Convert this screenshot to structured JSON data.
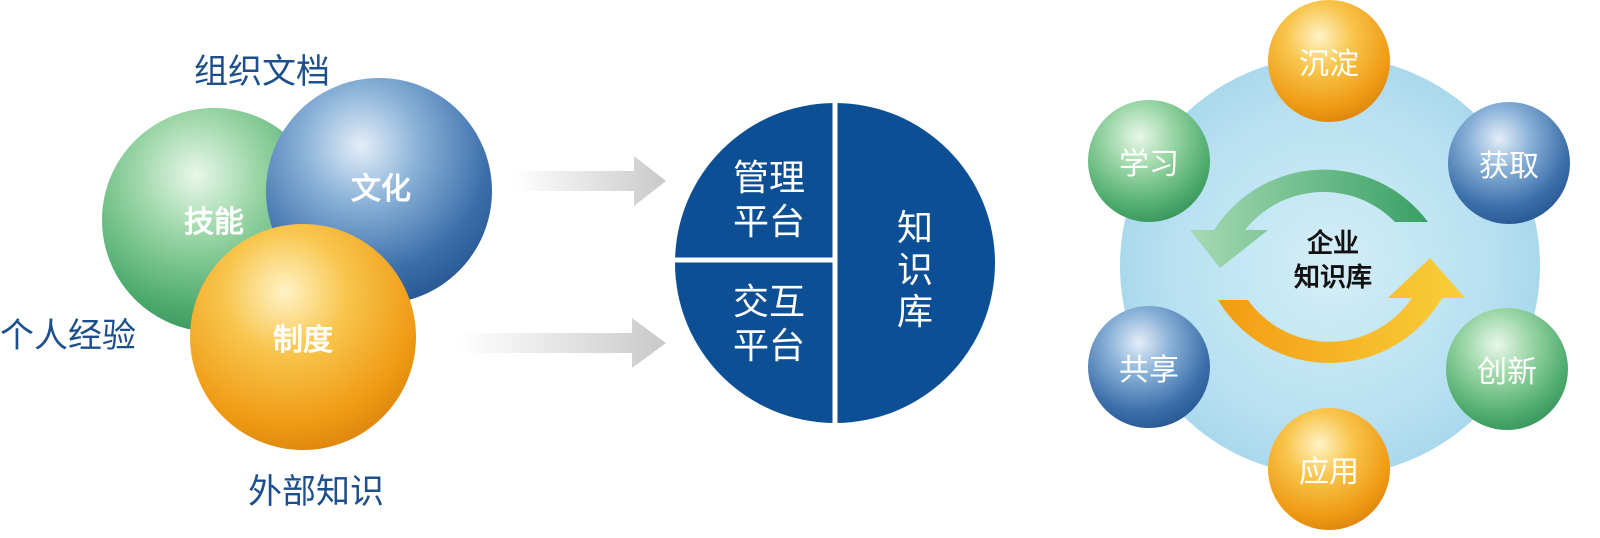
{
  "left": {
    "labels": {
      "org_docs": "组织文档",
      "personal_exp": "个人经验",
      "external_knowledge": "外部知识"
    },
    "spheres": {
      "skills": "技能",
      "culture": "文化",
      "system": "制度"
    }
  },
  "middle": {
    "management_platform": [
      "管理",
      "平台"
    ],
    "interaction_platform": [
      "交互",
      "平台"
    ],
    "knowledge_base": [
      "知",
      "识",
      "库"
    ]
  },
  "right": {
    "center": [
      "企业",
      "知识库"
    ],
    "balls": {
      "top": "沉淀",
      "upper_right": "获取",
      "lower_right": "创新",
      "bottom": "应用",
      "lower_left": "共享",
      "upper_left": "学习"
    }
  },
  "colors": {
    "label_blue": "#1c4f8c",
    "circle_blue": "#0d4f95",
    "green": "#4dab6e",
    "blue": "#3c6faa",
    "orange": "#ef9a14",
    "ring_bg": "#a9d8ec"
  }
}
